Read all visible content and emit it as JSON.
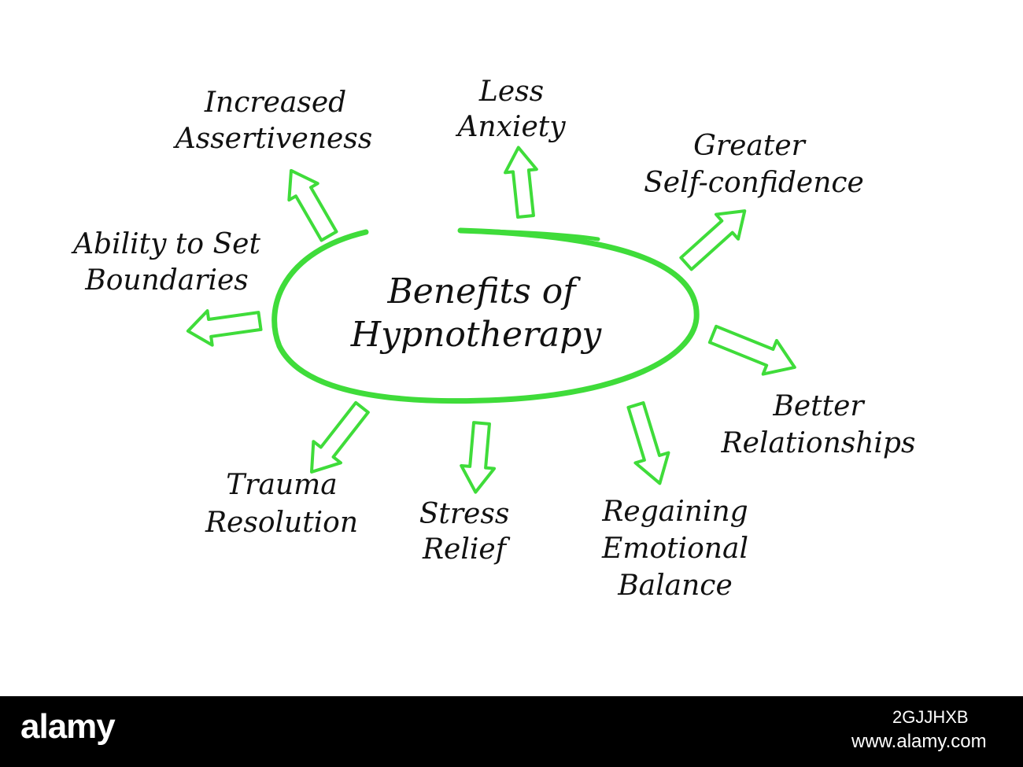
{
  "center": {
    "line1": "Benefits of",
    "line2": "Hypnotherapy"
  },
  "benefits": {
    "increased_assertiveness": {
      "line1": "Increased",
      "line2": "Assertiveness"
    },
    "less_anxiety": {
      "line1": "Less",
      "line2": "Anxiety"
    },
    "greater_self_confidence": {
      "line1": "Greater",
      "line2": "Self-confidence"
    },
    "ability_to_set_boundaries": {
      "line1": "Ability to Set",
      "line2": "Boundaries"
    },
    "better_relationships": {
      "line1": "Better",
      "line2": "Relationships"
    },
    "trauma_resolution": {
      "line1": "Trauma",
      "line2": "Resolution"
    },
    "stress_relief": {
      "line1": "Stress",
      "line2": "Relief"
    },
    "regaining_emotional_balance": {
      "line1": "Regaining",
      "line2": "Emotional",
      "line3": "Balance"
    }
  },
  "footer": {
    "logo": "alamy",
    "image_id": "2GJJHXB",
    "url": "www.alamy.com"
  },
  "colors": {
    "accent_green": "#3fdc3a",
    "text": "#111111",
    "footer_bg": "#000000"
  }
}
